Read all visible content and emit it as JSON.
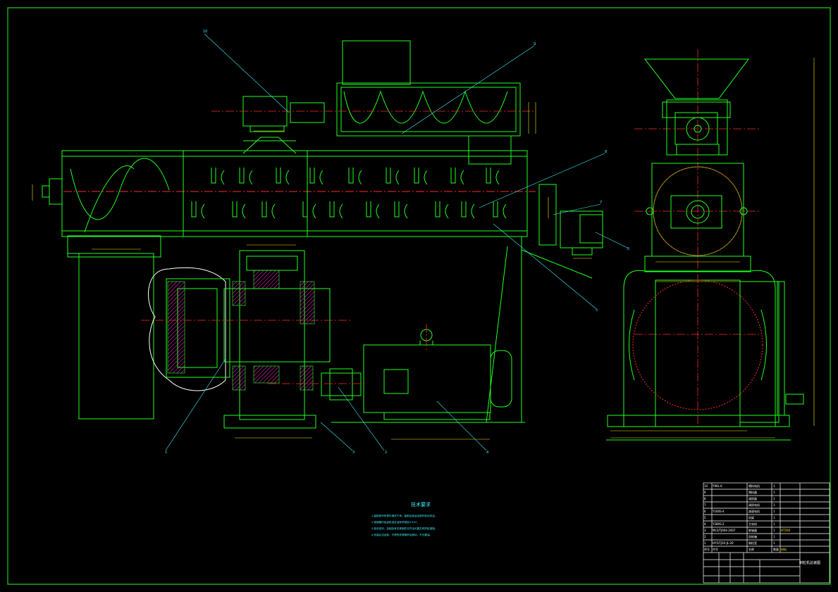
{
  "drawing": {
    "colors": {
      "background": "#000000",
      "outline": "#21ff21",
      "dimension": "#ffe600",
      "leader": "#3af0ff",
      "centerline": "#ff2a2a",
      "hatch": "#ff2fd7",
      "white": "#ffffff"
    },
    "part_balloons": [
      "10",
      "9",
      "8",
      "7",
      "6",
      "5",
      "1",
      "2",
      "3",
      "4"
    ]
  },
  "tech_requirements": {
    "title": "技术要求",
    "lines": [
      "1.装配前所有零件清洗干净，装配后各运动部件转动灵活。",
      "2.减速器内加齿轮油至油标所规定0.5m³。",
      "3.各处密封，加固及有关紧固件应齐全可靠并有防松措施。",
      "4.安装后试运转，不得有异常噪声及振动，不可漏油。"
    ]
  },
  "parts_list": {
    "rows": [
      {
        "no": "10",
        "code": "Y90L-6",
        "name": "喂料电机",
        "qty": "1",
        "note": ""
      },
      {
        "no": "9",
        "code": "",
        "name": "喂料器",
        "qty": "1",
        "note": ""
      },
      {
        "no": "8",
        "code": "",
        "name": "调质器",
        "qty": "1",
        "note": ""
      },
      {
        "no": "7",
        "code": "",
        "name": "调质电机",
        "qty": "1",
        "note": ""
      },
      {
        "no": "6",
        "code": "Y160S-4",
        "name": "减速电机",
        "qty": "1",
        "note": ""
      },
      {
        "no": "5",
        "code": "",
        "name": "机架",
        "qty": "1",
        "note": ""
      },
      {
        "no": "4",
        "code": "Y280S-2",
        "name": "主电机",
        "qty": "1",
        "note": ""
      },
      {
        "no": "3",
        "code": "ML5/TJ904-2007",
        "name": "联轴器",
        "qty": "1",
        "note": "HT200"
      },
      {
        "no": "2",
        "code": "",
        "name": "齿轮箱",
        "qty": "1",
        "note": ""
      },
      {
        "no": "1",
        "code": "HY5/TJ20-JL-20",
        "name": "制粒室",
        "qty": "1",
        "note": ""
      }
    ],
    "header": {
      "no": "序号",
      "code": "代号",
      "name": "名称",
      "qty": "数量",
      "note": "材料"
    }
  },
  "title_block": {
    "drawing_name": "制粒机总装图"
  }
}
